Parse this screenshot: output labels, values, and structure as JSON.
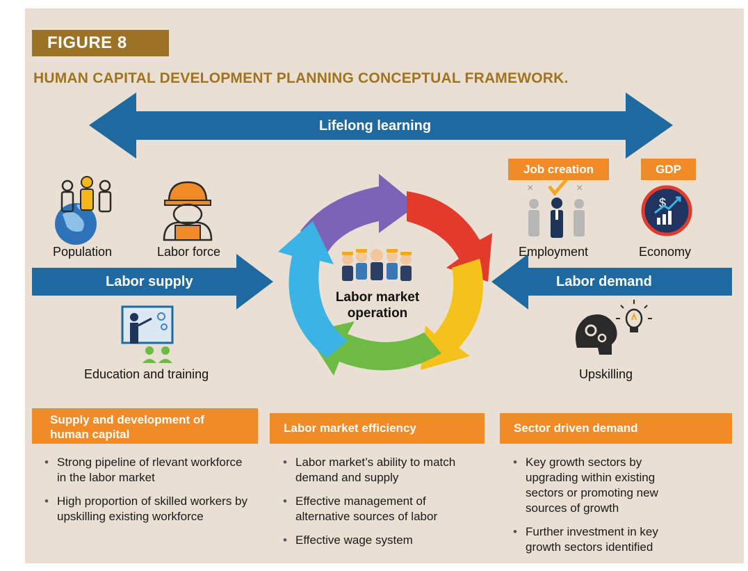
{
  "figure": {
    "label": "FIGURE 8",
    "title": "HUMAN CAPITAL DEVELOPMENT PLANNING CONCEPTUAL FRAMEWORK."
  },
  "arrows": {
    "lifelong": "Lifelong learning",
    "supply": "Labor supply",
    "demand": "Labor demand"
  },
  "center": {
    "line1": "Labor market",
    "line2": "operation"
  },
  "tags": {
    "job_creation": "Job creation",
    "gdp": "GDP"
  },
  "icons": {
    "population": "Population",
    "labor_force": "Labor force",
    "education": "Education and training",
    "employment": "Employment",
    "economy": "Economy",
    "upskilling": "Upskilling"
  },
  "columns": [
    {
      "heading_line1": "Supply and development of",
      "heading_line2": "human capital",
      "bullets": [
        "Strong pipeline of rlevant workforce in the labor market",
        "High proportion of skilled workers by upskilling existing workforce"
      ]
    },
    {
      "heading": "Labor market efficiency",
      "bullets": [
        "Labor market’s ability to match demand and supply",
        "Effective management of alternative sources of labor",
        "Effective wage system"
      ]
    },
    {
      "heading": "Sector driven demand",
      "bullets": [
        "Key growth sectors by upgrading within existing sectors or promoting new sources of growth",
        "Further investment in key growth sectors identified"
      ]
    }
  ],
  "colors": {
    "arrow_blue": "#1e6aa0",
    "orange": "#f08b27",
    "gold": "#9c7227",
    "panel": "#e9e0d3"
  }
}
